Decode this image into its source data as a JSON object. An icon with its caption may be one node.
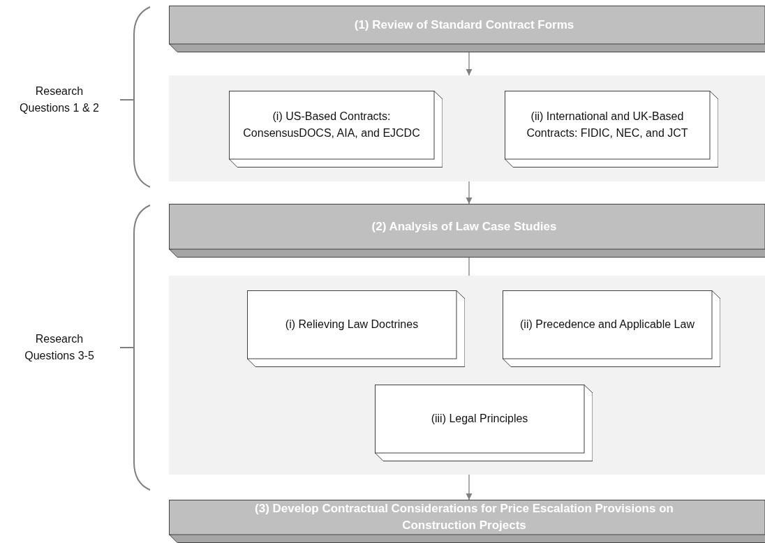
{
  "diagram": {
    "nodes": [
      {
        "text": [
          "(1) Review of Standard Contract Forms"
        ]
      },
      {
        "text": [],
        "shape": "box"
      },
      {
        "text": [
          "(i) US-Based Contracts: ConsensusDOCS, AIA, and EJCDC"
        ],
        "in": 1
      },
      {
        "text": [
          "(ii) International and UK-Based Contracts:  FIDIC, NEC, and JCT"
        ],
        "in": 1
      },
      {
        "text": [
          "(2) Analysis of Law Case Studies"
        ]
      },
      {
        "text": [],
        "shape": "box"
      },
      {
        "text": [
          "(i) Relieving Law Doctrines"
        ],
        "in": 5
      },
      {
        "text": [
          "(ii) Precedence and Applicable Law"
        ],
        "in": 5
      },
      {
        "text": [
          "(iii) Legal Principles"
        ],
        "in": 5
      },
      {
        "text": [
          "(3) Develop Contractual Considerations for Price Escalation Provisions on Construction Projects"
        ]
      }
    ],
    "edges": [
      {
        "from": 0,
        "to": 1,
        "arrow": "to"
      },
      {
        "from": 1,
        "to": 4,
        "arrow": "to"
      },
      {
        "from": 4,
        "to": 5,
        "arrow": "none"
      },
      {
        "from": 5,
        "to": 9,
        "arrow": "to"
      }
    ],
    "labels": [
      "Research Questions 1 & 2",
      "Research Questions 3-5"
    ]
  }
}
